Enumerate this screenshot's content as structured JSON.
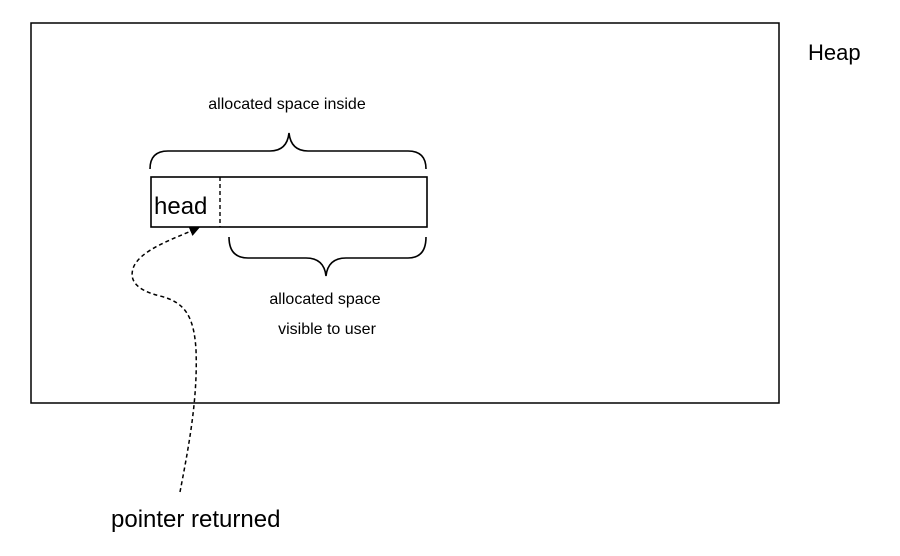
{
  "diagram": {
    "heap_label": "Heap",
    "inside_label": "allocated space inside",
    "head_label": "head",
    "visible_label_line1": "allocated space",
    "visible_label_line2": "visible to user",
    "pointer_label": "pointer returned"
  },
  "colors": {
    "stroke": "#000000",
    "background": "#ffffff",
    "text": "#000000"
  }
}
